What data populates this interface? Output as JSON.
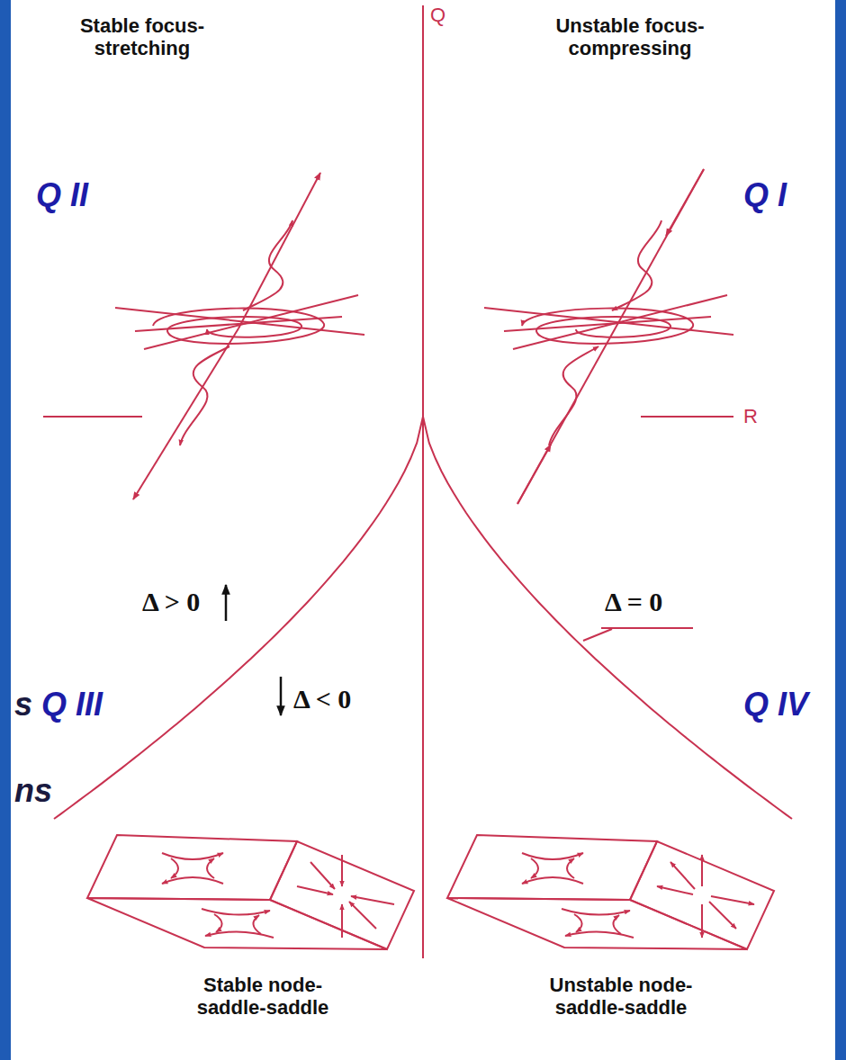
{
  "diagram": {
    "labels": [
      "Stable focus-stretching",
      "Q",
      "Unstable focus-compressing",
      "Q II",
      "Q I",
      "R",
      "Δ > 0",
      "Δ = 0",
      "s",
      "Q III",
      "Δ < 0",
      "Q IV",
      "ns",
      "Stable node-saddle-saddle",
      "Unstable node-saddle-saddle"
    ]
  }
}
